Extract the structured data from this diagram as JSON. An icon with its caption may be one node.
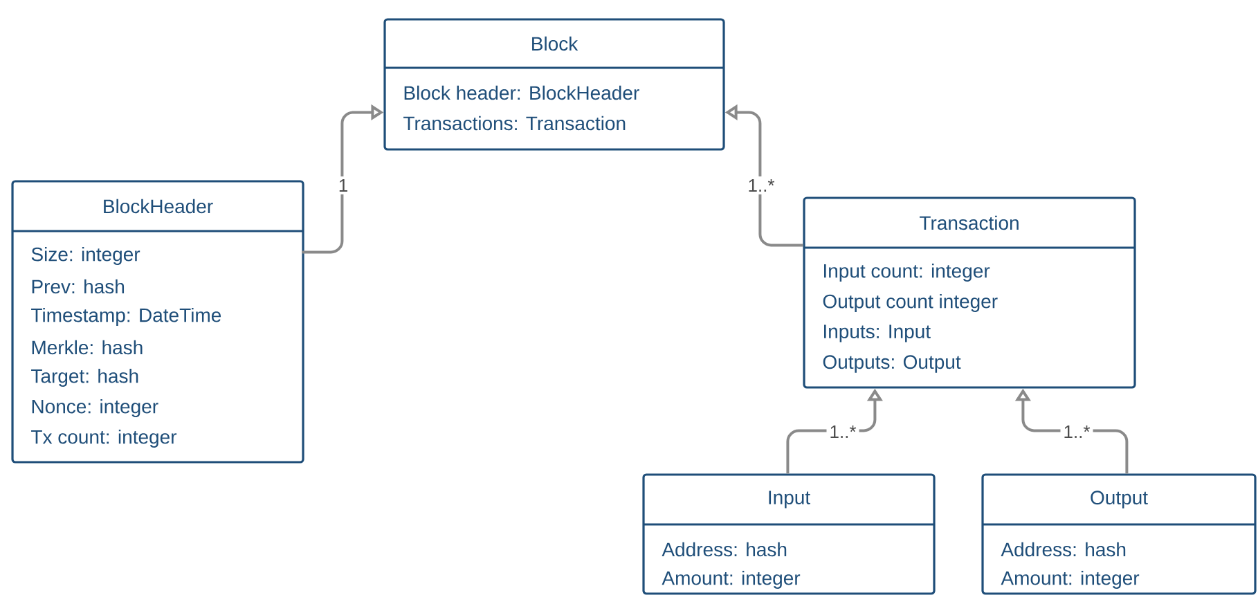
{
  "diagram": {
    "nodes": [
      {
        "text": [
          "Block",
          "Block header: BlockHeader",
          "Transactions: Transaction"
        ]
      },
      {
        "text": [
          "BlockHeader",
          "Size: integer",
          "Prev: hash",
          "Timestamp: DateTime",
          "Merkle: hash",
          "Target: hash",
          "Nonce: integer",
          "Tx count: integer"
        ]
      },
      {
        "text": [
          "Transaction",
          "Input count: integer",
          "Output count integer",
          "Inputs: Input",
          "Outputs: Output"
        ]
      },
      {
        "text": [
          "Input",
          "Address: hash",
          "Amount: integer"
        ]
      },
      {
        "text": [
          "Output",
          "Address: hash",
          "Amount: integer"
        ]
      }
    ],
    "edges": [
      {
        "from": 1,
        "to": 0,
        "arrow": "to",
        "label": "1"
      },
      {
        "from": 2,
        "to": 0,
        "arrow": "to",
        "label": "1..*"
      },
      {
        "from": 3,
        "to": 2,
        "arrow": "to",
        "label": "1..*"
      },
      {
        "from": 4,
        "to": 2,
        "arrow": "to",
        "label": "1..*"
      }
    ]
  }
}
